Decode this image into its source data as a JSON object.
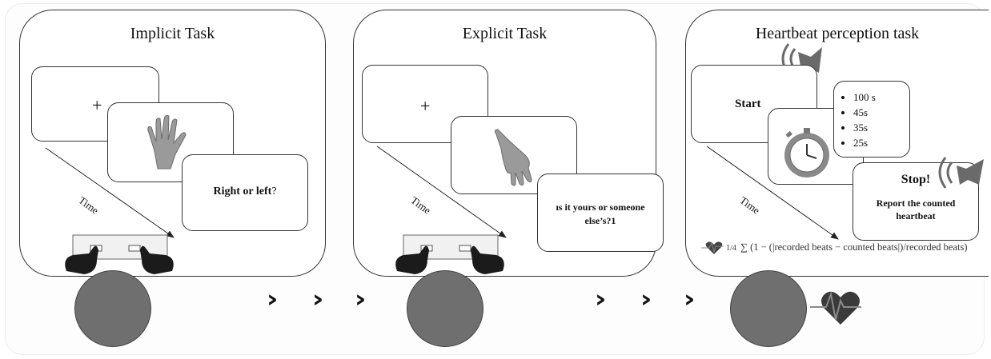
{
  "panels": {
    "implicit": {
      "title": "Implicit Task",
      "fixation": "+",
      "question_bold": "Right or left",
      "question_tail": "?",
      "time_label": "Time",
      "hand_icon": "hand-palm-icon",
      "keyboard_icon": "response-keyboard-icon"
    },
    "explicit": {
      "title": "Explicit Task",
      "fixation": "+",
      "question_line1": "ıs it yours or someone",
      "question_line2": "else’s?1",
      "time_label": "Time",
      "hand_icon": "hand-back-icon",
      "keyboard_icon": "response-keyboard-icon"
    },
    "heartbeat": {
      "title": "Heartbeat perception task",
      "start_label": "Start",
      "durations": [
        "100 s",
        "45s",
        "35s",
        "25s"
      ],
      "stop_label": "Stop!",
      "report_line1": "Report the counted",
      "report_line2": "heartbeat",
      "time_label": "Time",
      "stopwatch_icon": "stopwatch-icon",
      "speaker_icon": "speaker-sound-icon"
    }
  },
  "formula": {
    "fraction": "1/4",
    "text": "∑ (1 − (|recorded beats − counted beats|)/recorded beats)"
  },
  "flow": {
    "chevron": "›",
    "heart_icon": "heart-ecg-icon",
    "step_colors": {
      "circle": "#6f6f6f"
    }
  }
}
